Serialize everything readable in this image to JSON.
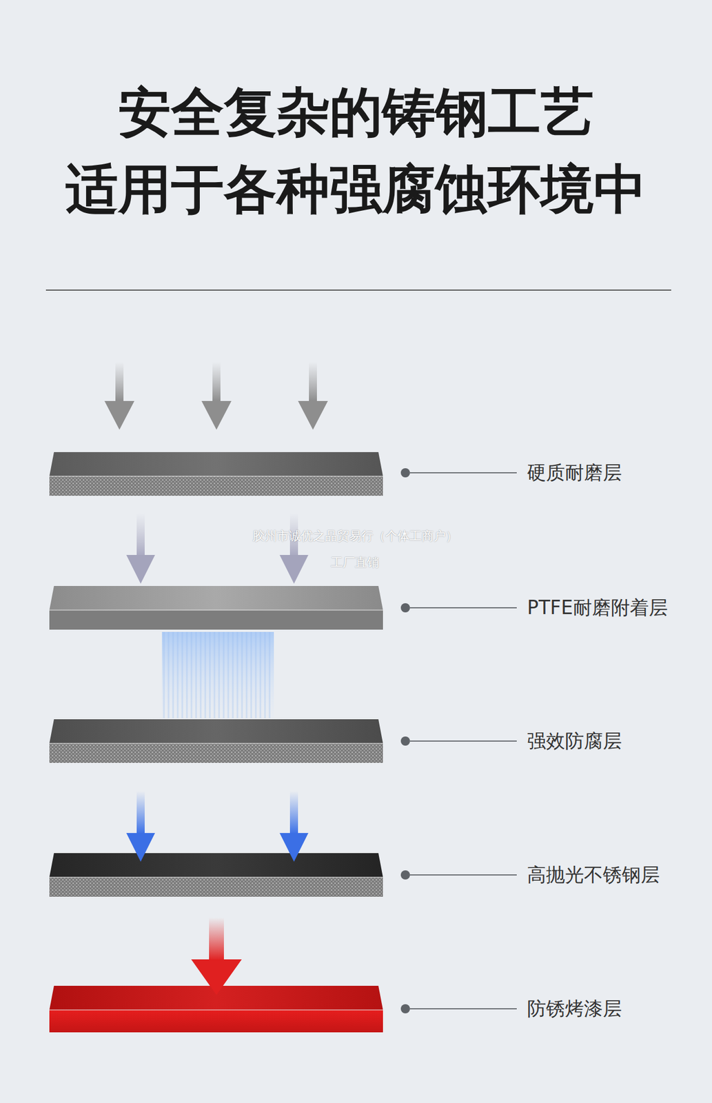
{
  "diagram": {
    "title": "安全复杂的铸钢工艺 适用于各种强腐蚀环境中",
    "labels": [
      "硬质耐磨层",
      "胶州市诚优之品贸易行（个体工商户）",
      "工厂直销",
      "PTFE耐磨附着层",
      "强效防腐层",
      "高抛光不锈钢层",
      "防锈烤漆层"
    ]
  }
}
